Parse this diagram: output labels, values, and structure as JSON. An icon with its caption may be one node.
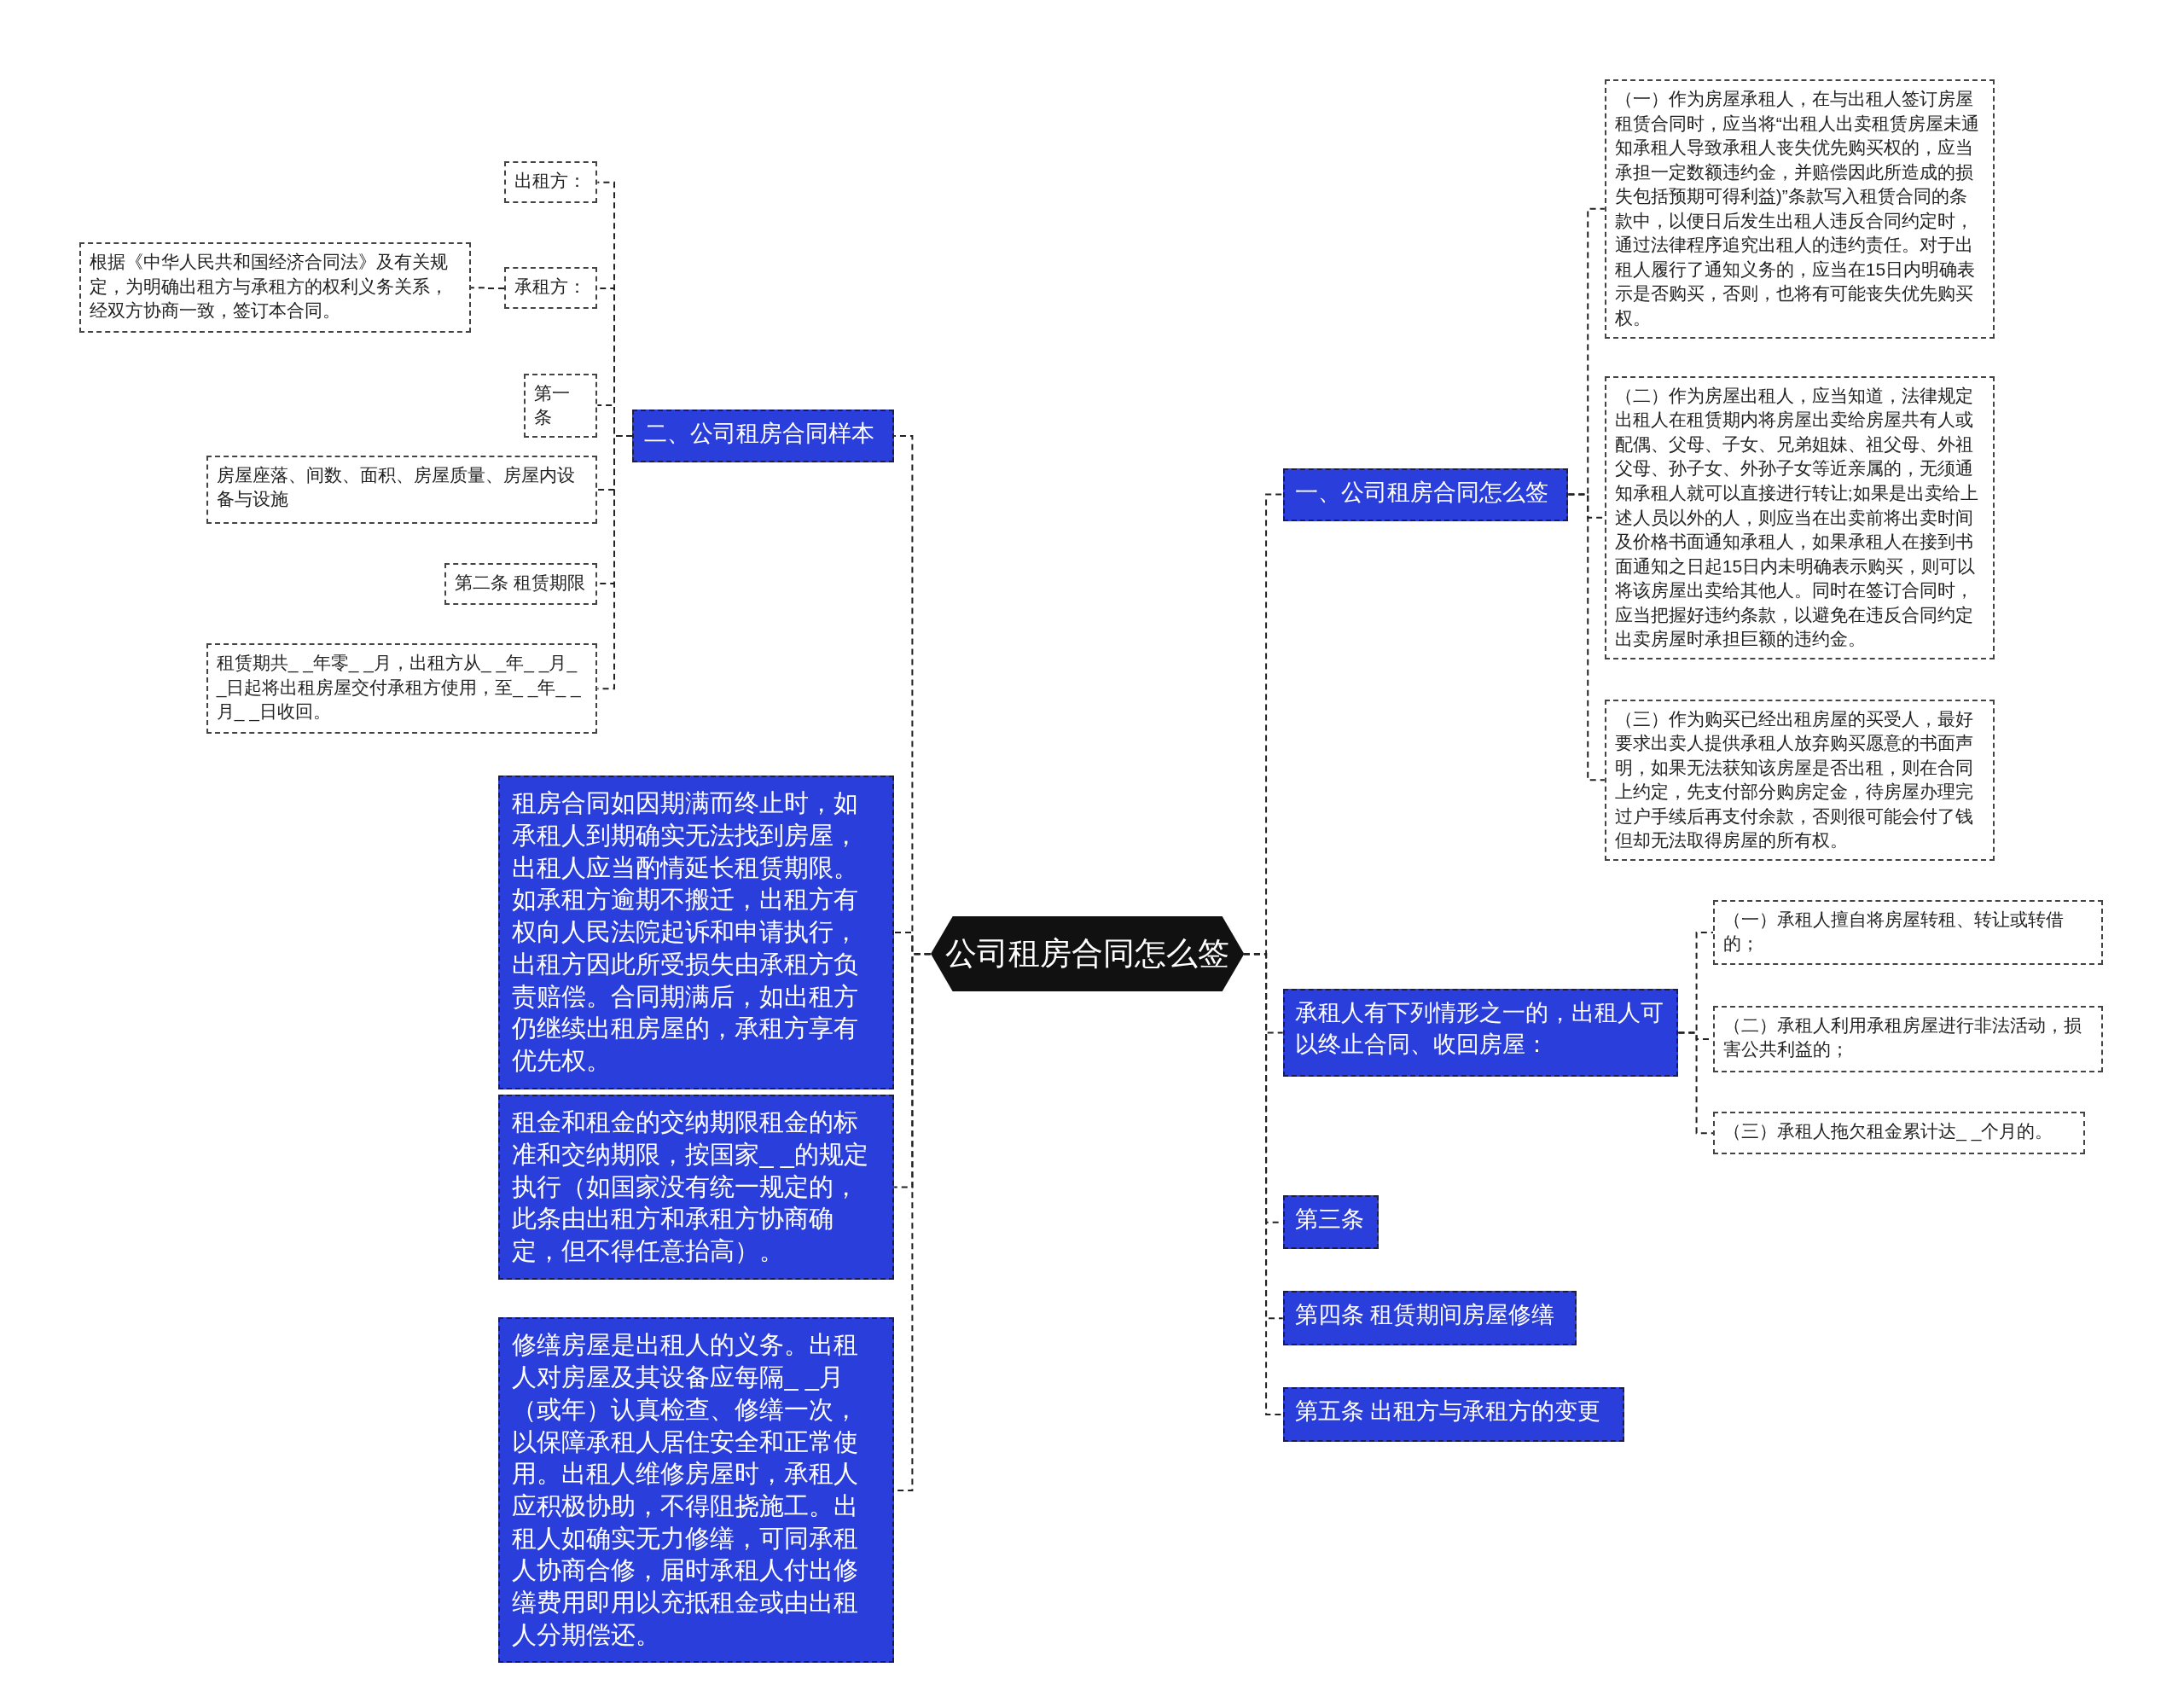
{
  "diagram": {
    "nodes": [
      {
        "text": [
          "公司租房合同怎么签"
        ]
      },
      {
        "text": [
          "二、公司租房合同样本"
        ]
      },
      {
        "text": [
          "出租方："
        ]
      },
      {
        "text": [
          "承租方："
        ]
      },
      {
        "text": [
          "根据《中华人民共和国经济合同法》及有关规定，为明确出租方与承租方的权利义务关系，经双方协商一致，签订本合同。"
        ]
      },
      {
        "text": [
          "第一条"
        ]
      },
      {
        "text": [
          "房屋座落、间数、面积、房屋质量、房屋内设备与设施"
        ]
      },
      {
        "text": [
          "第二条 租赁期限"
        ]
      },
      {
        "text": [
          "租赁期共_ _年零_ _月，出租方从_ _年_ _月_ _日起将出租房屋交付承租方使用，至_ _年_ _月_ _日收回。"
        ]
      },
      {
        "text": [
          "租房合同如因期满而终止时，如承租人到期确实无法找到房屋，出租人应当酌情延长租赁期限。如承租方逾期不搬迁，出租方有权向人民法院起诉和申请执行，出租方因此所受损失由承租方负责赔偿。合同期满后，如出租方仍继续出租房屋的，承租方享有优先权。"
        ]
      },
      {
        "text": [
          "租金和租金的交纳期限租金的标准和交纳期限，按国家_ _的规定执行（如国家没有统一规定的，此条由出租方和承租方协商确定，但不得任意抬高）。"
        ]
      },
      {
        "text": [
          "修缮房屋是出租人的义务。出租人对房屋及其设备应每隔_ _月（或年）认真检查、修缮一次，以保障承租人居住安全和正常使用。出租人维修房屋时，承租人应积极协助，不得阻挠施工。出租人如确实无力修缮，可同承租人协商合修，届时承租人付出修缮费用即用以充抵租金或由出租人分期偿还。"
        ]
      },
      {
        "text": [
          "一、公司租房合同怎么签"
        ]
      },
      {
        "text": [
          "（一）作为房屋承租人，在与出租人签订房屋租赁合同时，应当将“出租人出卖租赁房屋未通知承租人导致承租人丧失优先购买权的，应当承担一定数额违约金，并赔偿因此所造成的损失包括预期可得利益)”条款写入租赁合同的条款中，以便日后发生出租人违反合同约定时，通过法律程序追究出租人的违约责任。对于出租人履行了通知义务的，应当在15日内明确表示是否购买，否则，也将有可能丧失优先购买权。"
        ]
      },
      {
        "text": [
          "（二）作为房屋出租人，应当知道，法律规定出租人在租赁期内将房屋出卖给房屋共有人或配偶、父母、子女、兄弟姐妹、祖父母、外祖父母、孙子女、外孙子女等近亲属的，无须通知承租人就可以直接进行转让;如果是出卖给上述人员以外的人，则应当在出卖前将出卖时间及价格书面通知承租人，如果承租人在接到书面通知之日起15日内未明确表示购买，则可以将该房屋出卖给其他人。同时在签订合同时，应当把握好违约条款，以避免在违反合同约定出卖房屋时承担巨额的违约金。"
        ]
      },
      {
        "text": [
          "（三）作为购买已经出租房屋的买受人，最好要求出卖人提供承租人放弃购买愿意的书面声明，如果无法获知该房屋是否出租，则在合同上约定，先支付部分购房定金，待房屋办理完过户手续后再支付余款，否则很可能会付了钱但却无法取得房屋的所有权。"
        ]
      },
      {
        "text": [
          "承租人有下列情形之一的，出租人可以终止合同、收回房屋："
        ]
      },
      {
        "text": [
          "（一）承租人擅自将房屋转租、转让或转借的；"
        ]
      },
      {
        "text": [
          "（二）承租人利用承租房屋进行非法活动，损害公共利益的；"
        ]
      },
      {
        "text": [
          "（三）承租人拖欠租金累计达_ _个月的。"
        ]
      },
      {
        "text": [
          "第三条"
        ]
      },
      {
        "text": [
          "第四条 租赁期间房屋修缮"
        ]
      },
      {
        "text": [
          "第五条 出租方与承租方的变更"
        ]
      }
    ],
    "edges": [
      {
        "from": 0,
        "to": 1,
        "arrow": "none"
      },
      {
        "from": 1,
        "to": 2,
        "arrow": "none"
      },
      {
        "from": 1,
        "to": 3,
        "arrow": "none"
      },
      {
        "from": 3,
        "to": 4,
        "arrow": "none"
      },
      {
        "from": 1,
        "to": 5,
        "arrow": "none"
      },
      {
        "from": 1,
        "to": 6,
        "arrow": "none"
      },
      {
        "from": 1,
        "to": 7,
        "arrow": "none"
      },
      {
        "from": 1,
        "to": 8,
        "arrow": "none"
      },
      {
        "from": 0,
        "to": 9,
        "arrow": "none"
      },
      {
        "from": 0,
        "to": 10,
        "arrow": "none"
      },
      {
        "from": 0,
        "to": 11,
        "arrow": "none"
      },
      {
        "from": 0,
        "to": 12,
        "arrow": "none"
      },
      {
        "from": 12,
        "to": 13,
        "arrow": "none"
      },
      {
        "from": 12,
        "to": 14,
        "arrow": "none"
      },
      {
        "from": 12,
        "to": 15,
        "arrow": "none"
      },
      {
        "from": 0,
        "to": 16,
        "arrow": "none"
      },
      {
        "from": 16,
        "to": 17,
        "arrow": "none"
      },
      {
        "from": 16,
        "to": 18,
        "arrow": "none"
      },
      {
        "from": 16,
        "to": 19,
        "arrow": "none"
      },
      {
        "from": 0,
        "to": 20,
        "arrow": "none"
      },
      {
        "from": 0,
        "to": 21,
        "arrow": "none"
      },
      {
        "from": 0,
        "to": 22,
        "arrow": "none"
      }
    ]
  }
}
